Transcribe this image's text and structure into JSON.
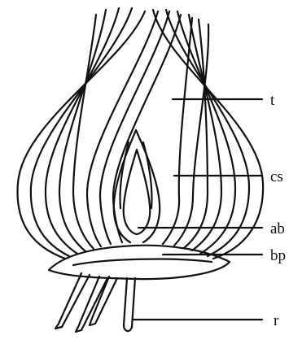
{
  "diagram": {
    "labels": {
      "tunic": "t",
      "scale_leaves": "cs",
      "apical_bud": "ab",
      "basal_plate": "bp",
      "roots": "r"
    }
  }
}
